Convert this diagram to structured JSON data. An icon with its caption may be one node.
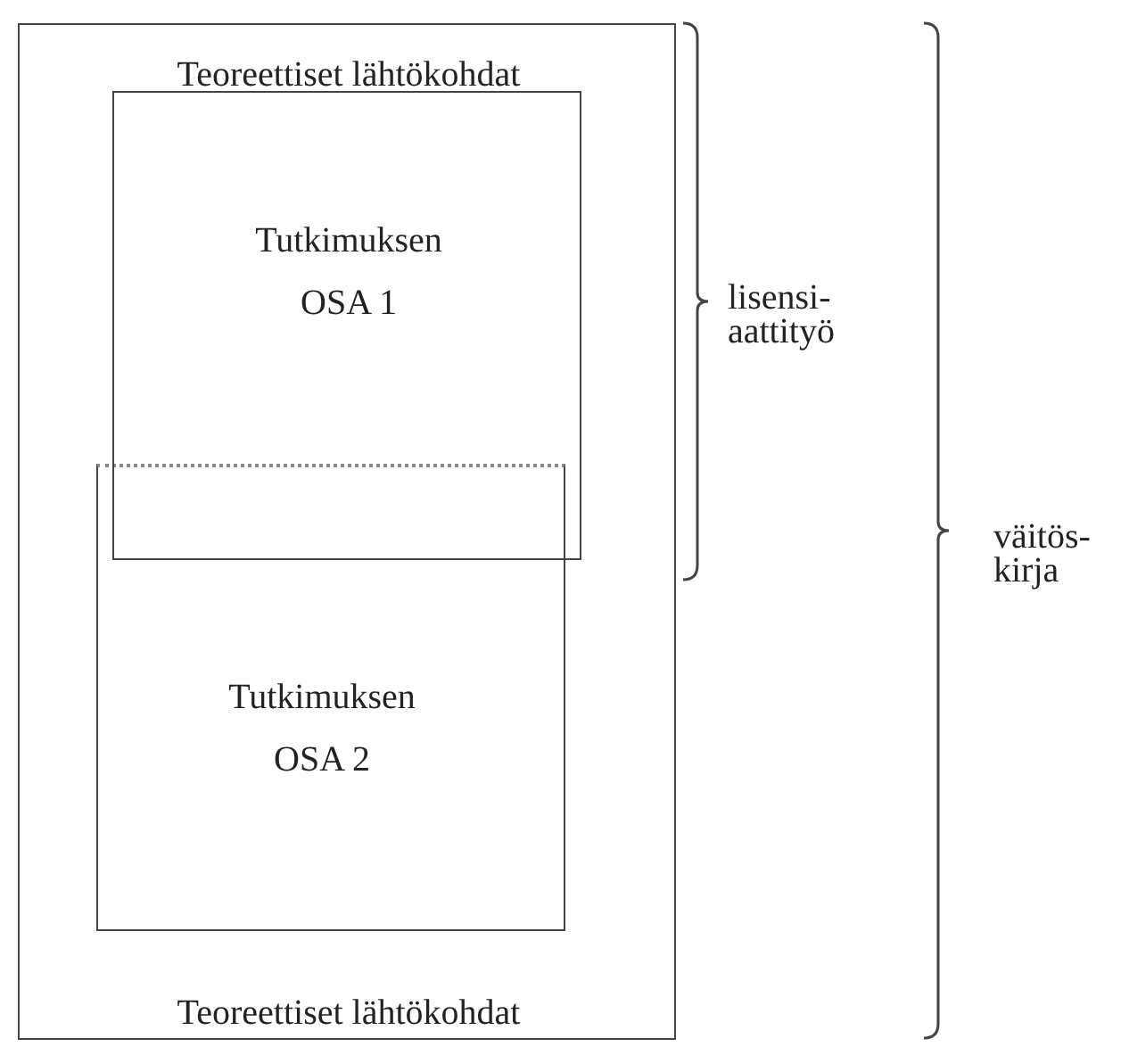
{
  "diagram": {
    "nodes": [
      {
        "text": [
          "Teoreettiset lähtökohdat",
          "Teoreettiset lähtökohdat"
        ]
      },
      {
        "text": [
          "Tutkimuksen OSA 1"
        ],
        "in": 0
      },
      {
        "text": [
          "Tutkimuksen OSA 2"
        ],
        "in": 0
      }
    ],
    "labels": [
      "lisensi- aattityö",
      "väitös- kirja"
    ]
  }
}
